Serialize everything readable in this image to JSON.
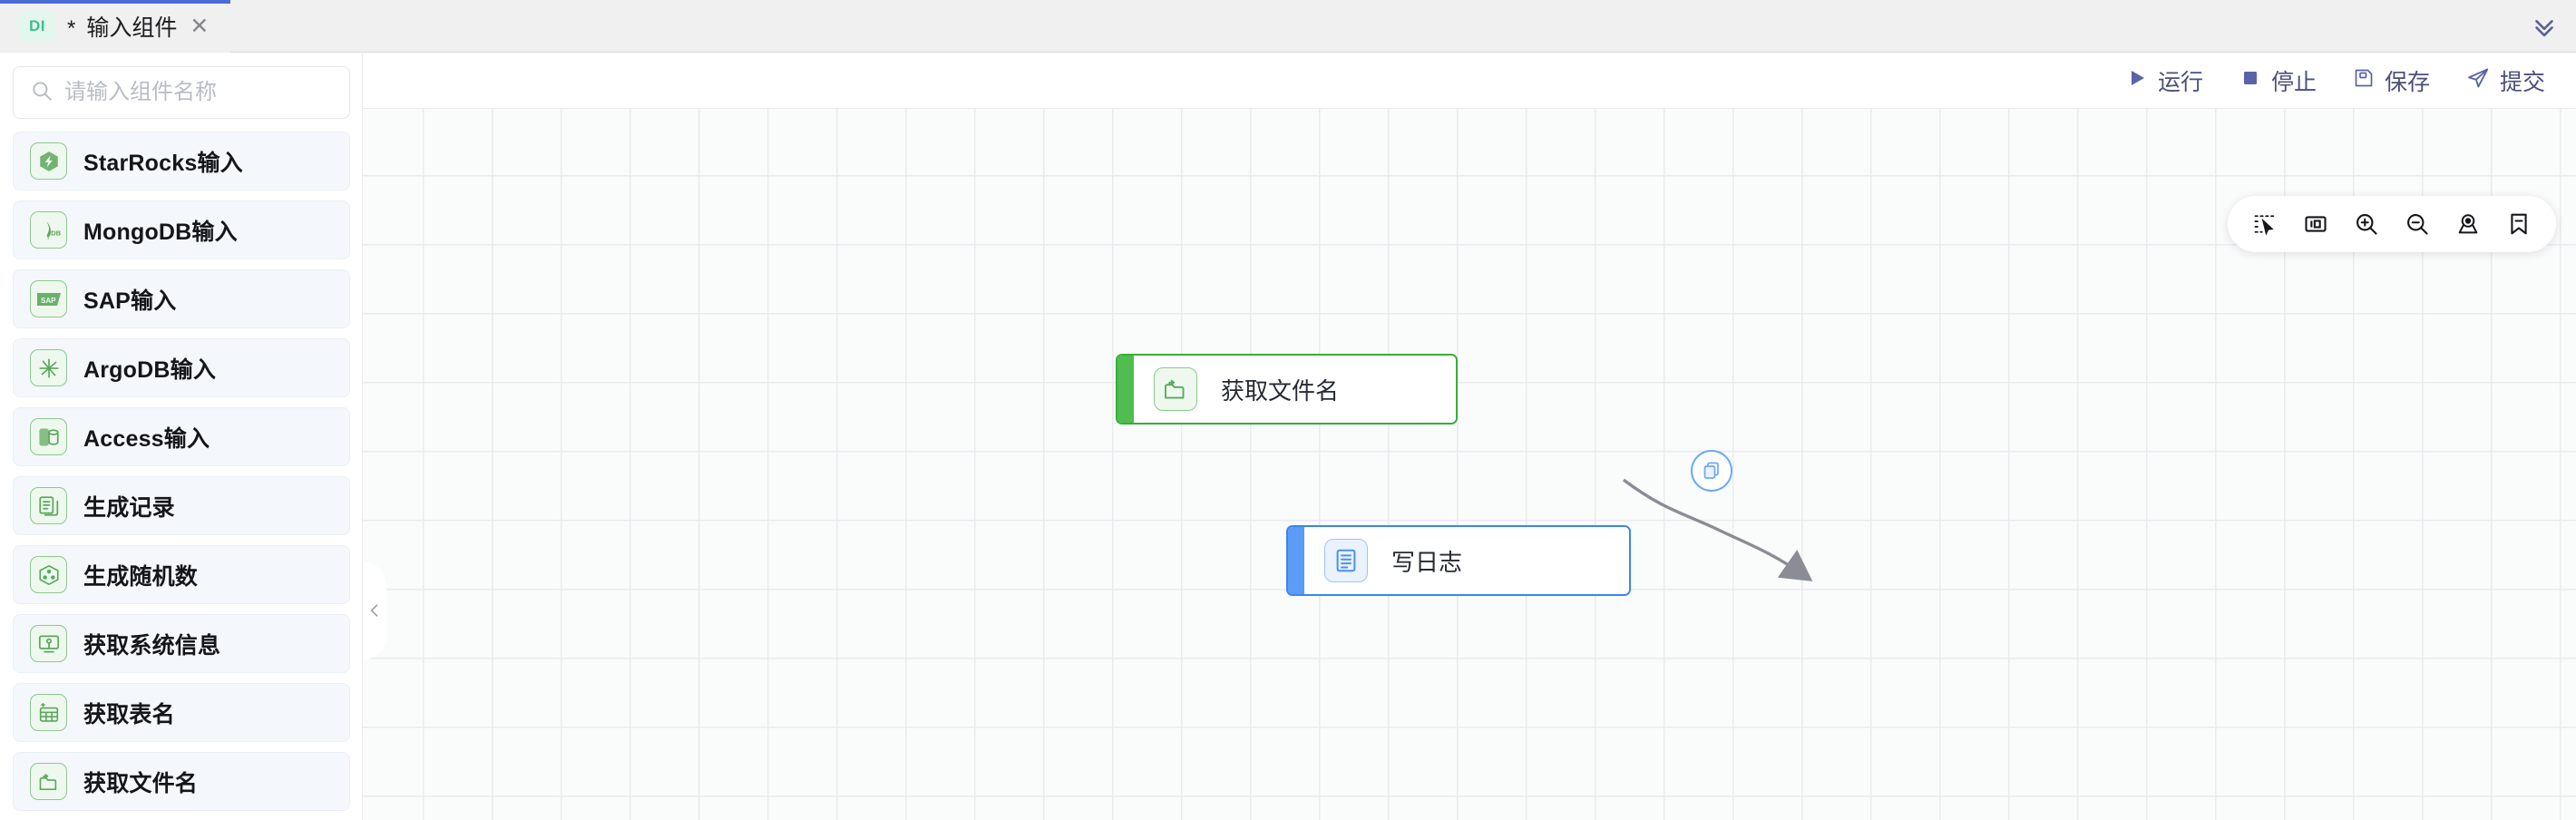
{
  "tabbar": {
    "tabs": [
      {
        "badge": "DI",
        "dirty": "*",
        "title": "输入组件",
        "close": "✕"
      }
    ],
    "expand_icon": "chevron-double-down-icon"
  },
  "sidebar": {
    "search": {
      "placeholder": "请输入组件名称",
      "value": "",
      "icon": "search-icon"
    },
    "items": [
      {
        "label": "StarRocks输入",
        "icon": "starrocks-icon"
      },
      {
        "label": "MongoDB输入",
        "icon": "mongodb-icon"
      },
      {
        "label": "SAP输入",
        "icon": "sap-icon"
      },
      {
        "label": "ArgoDB输入",
        "icon": "argodb-icon"
      },
      {
        "label": "Access输入",
        "icon": "access-icon"
      },
      {
        "label": "生成记录",
        "icon": "generate-record-icon"
      },
      {
        "label": "生成随机数",
        "icon": "random-number-icon"
      },
      {
        "label": "获取系统信息",
        "icon": "system-info-icon"
      },
      {
        "label": "获取表名",
        "icon": "get-table-name-icon"
      },
      {
        "label": "获取文件名",
        "icon": "get-file-name-icon"
      }
    ]
  },
  "toolbar": {
    "actions": [
      {
        "label": "运行",
        "icon": "play-icon"
      },
      {
        "label": "停止",
        "icon": "stop-icon"
      },
      {
        "label": "保存",
        "icon": "save-icon"
      },
      {
        "label": "提交",
        "icon": "submit-icon"
      }
    ]
  },
  "canvas": {
    "tools": [
      {
        "name": "select-tool",
        "icon": "marquee-select-icon"
      },
      {
        "name": "fit-view-tool",
        "icon": "fit-view-icon"
      },
      {
        "name": "zoom-in-tool",
        "icon": "zoom-in-icon"
      },
      {
        "name": "zoom-out-tool",
        "icon": "zoom-out-icon"
      },
      {
        "name": "locate-tool",
        "icon": "locate-icon"
      },
      {
        "name": "bookmark-tool",
        "icon": "bookmark-icon"
      }
    ],
    "collapse_icon": "chevron-left-icon",
    "nodes": [
      {
        "label": "获取文件名",
        "icon": "get-file-name-icon",
        "color": "#35b035",
        "type": "green"
      },
      {
        "label": "写日志",
        "icon": "write-log-icon",
        "color": "#3a86f0",
        "type": "blue"
      }
    ],
    "edge": {
      "badge_icon": "copy-icon",
      "color": "#8a8d94"
    }
  },
  "colors": {
    "tab_accent": "#4b6bd6",
    "node_green": "#35b035",
    "node_blue": "#3a86f0",
    "icon_green": "#5aa85a",
    "toolbar_text": "#4a4f7a"
  }
}
